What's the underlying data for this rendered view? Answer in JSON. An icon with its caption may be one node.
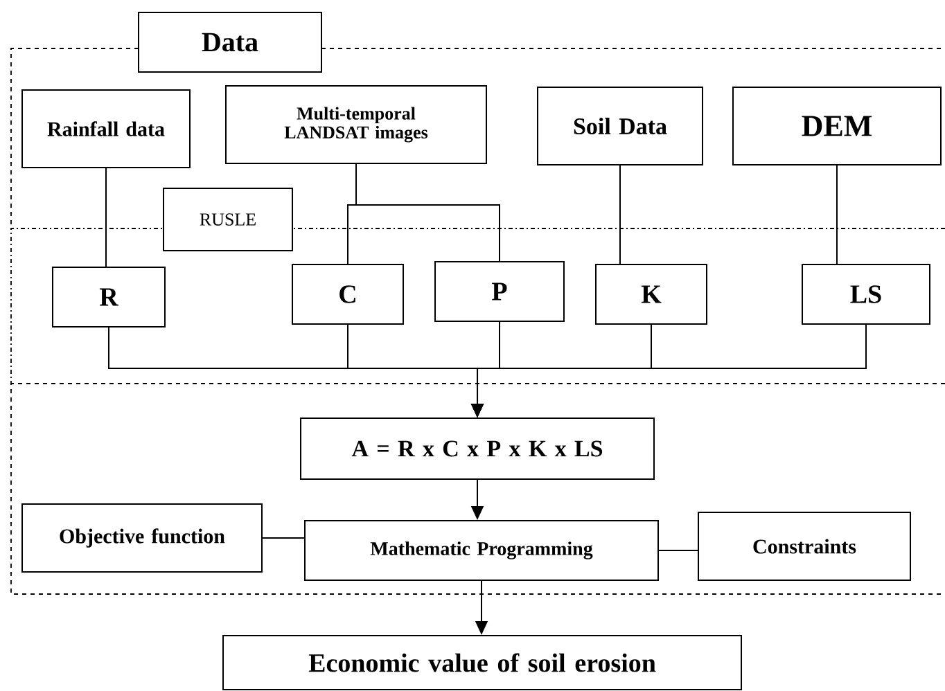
{
  "diagram": {
    "nodes": [
      {
        "text": [
          "Data"
        ]
      },
      {
        "text": [
          "Rainfall data"
        ]
      },
      {
        "text": [
          "Multi-temporal LANDSAT images"
        ]
      },
      {
        "text": [
          "Soil Data"
        ]
      },
      {
        "text": [
          "DEM"
        ]
      },
      {
        "text": [
          "RUSLE"
        ]
      },
      {
        "text": [
          "R"
        ]
      },
      {
        "text": [
          "C"
        ]
      },
      {
        "text": [
          "P"
        ]
      },
      {
        "text": [
          "K"
        ]
      },
      {
        "text": [
          "LS"
        ]
      },
      {
        "text": [
          "A = R x C x P x K x LS"
        ]
      },
      {
        "text": [
          "Objective function"
        ]
      },
      {
        "text": [
          "Mathematic Programming"
        ]
      },
      {
        "text": [
          "Constraints"
        ]
      },
      {
        "text": [
          "Economic value of soil erosion"
        ]
      }
    ],
    "edges": [
      {
        "from": 1,
        "to": 6,
        "arrow": "none"
      },
      {
        "from": 2,
        "to": 7,
        "arrow": "none"
      },
      {
        "from": 2,
        "to": 8,
        "arrow": "none"
      },
      {
        "from": 3,
        "to": 9,
        "arrow": "none"
      },
      {
        "from": 4,
        "to": 10,
        "arrow": "none"
      },
      {
        "from": 6,
        "to": 11,
        "arrow": "to"
      },
      {
        "from": 7,
        "to": 11,
        "arrow": "to"
      },
      {
        "from": 8,
        "to": 11,
        "arrow": "to"
      },
      {
        "from": 9,
        "to": 11,
        "arrow": "to"
      },
      {
        "from": 10,
        "to": 11,
        "arrow": "to"
      },
      {
        "from": 11,
        "to": 13,
        "arrow": "to"
      },
      {
        "from": 12,
        "to": 13,
        "arrow": "none"
      },
      {
        "from": 13,
        "to": 14,
        "arrow": "none"
      },
      {
        "from": 13,
        "to": 15,
        "arrow": "to"
      }
    ]
  }
}
